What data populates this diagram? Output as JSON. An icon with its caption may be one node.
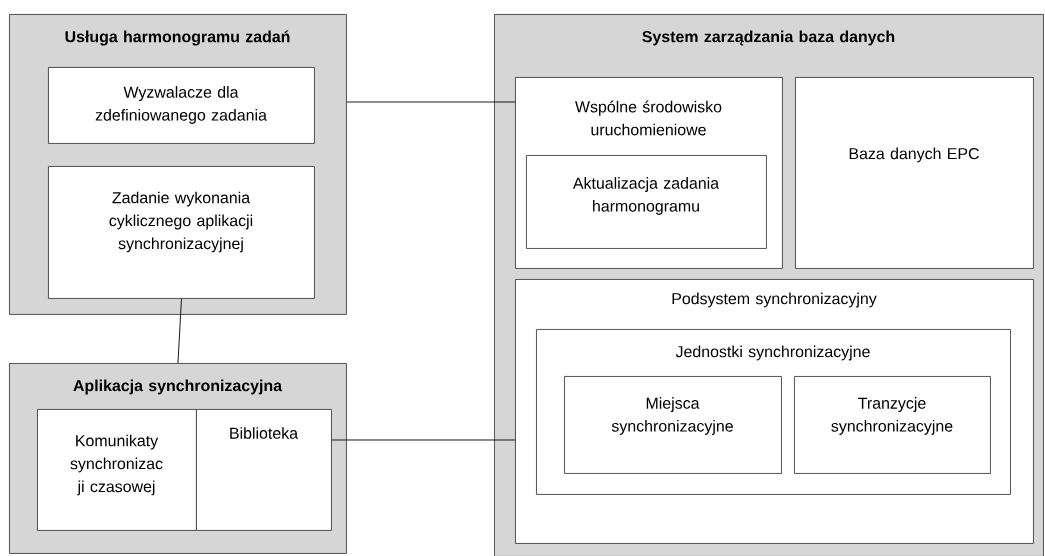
{
  "diagram": {
    "nodes": [
      {
        "text": [
          "Usługa harmonogramu zadań"
        ]
      },
      {
        "text": [
          "Wyzwalacze dla zdefiniowanego zadania"
        ],
        "in": 0
      },
      {
        "text": [
          "Zadanie wykonania cyklicznego aplikacji synchronizacyjnej"
        ],
        "in": 0
      },
      {
        "text": [
          "Aplikacja synchronizacyjna"
        ]
      },
      {
        "text": [
          "Komunikaty synchronizac ji czasowej"
        ],
        "in": 3
      },
      {
        "text": [
          "Biblioteka"
        ],
        "in": 3
      },
      {
        "text": [
          "System zarządzania baza danych"
        ]
      },
      {
        "text": [
          "Wspólne środowisko uruchomieniowe"
        ],
        "in": 6
      },
      {
        "text": [
          "Aktualizacja zadania harmonogramu"
        ],
        "in": 7
      },
      {
        "text": [
          "Baza danych EPC"
        ],
        "in": 6
      },
      {
        "text": [
          "Podsystem synchronizacyjny"
        ],
        "in": 6
      },
      {
        "text": [
          "Jednostki synchronizacyjne"
        ],
        "in": 10
      },
      {
        "text": [
          "Miejsca synchronizacyjne"
        ],
        "in": 11
      },
      {
        "text": [
          "Tranzycje synchronizacyjne"
        ],
        "in": 11
      }
    ],
    "edges": [
      {
        "from": 0,
        "to": 7,
        "arrow": "none"
      },
      {
        "from": 2,
        "to": 3,
        "arrow": "none"
      },
      {
        "from": 5,
        "to": 10,
        "arrow": "none"
      }
    ]
  }
}
